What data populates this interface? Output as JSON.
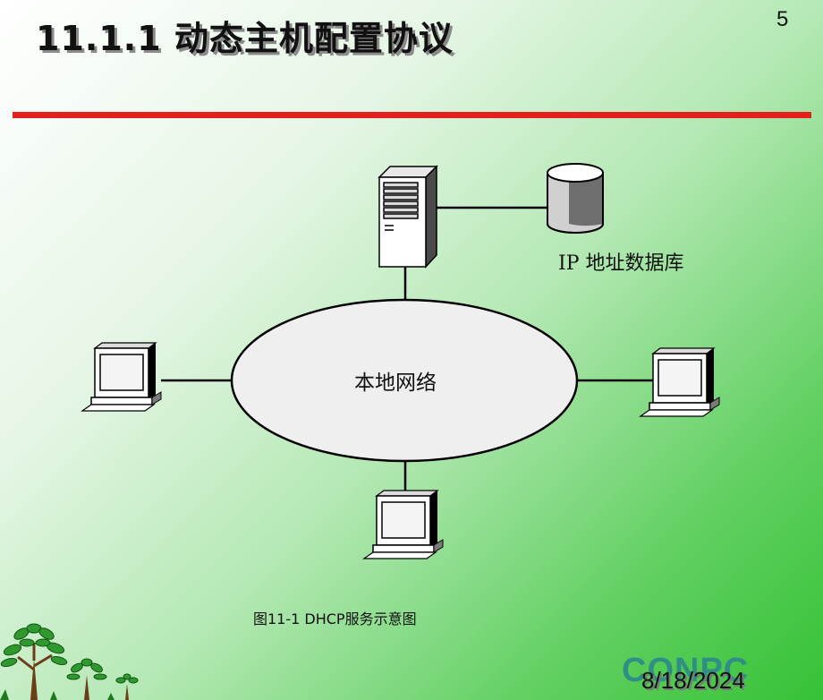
{
  "slide": {
    "title": "11.1.1  动态主机配置协议",
    "page_number": "5",
    "date": "8/18/2024",
    "logo_text": "CONPC"
  },
  "diagram": {
    "database_label": "IP 地址数据库",
    "network_label": "本地网络",
    "caption": "图11-1  DHCP服务示意图",
    "icons": [
      "server-icon",
      "database-icon",
      "computer-icon"
    ]
  },
  "colors": {
    "rule": "#e3201c",
    "background_start": "#ffffff",
    "background_end": "#36c236"
  }
}
